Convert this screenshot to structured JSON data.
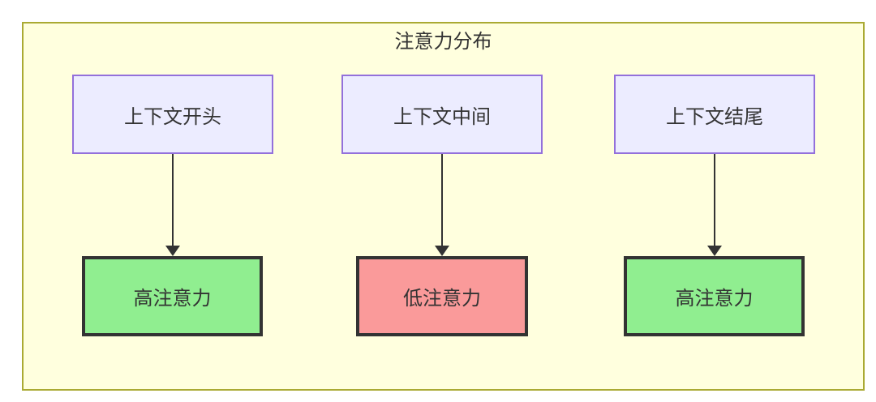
{
  "diagram": {
    "title": "注意力分布",
    "background": "#ffffde",
    "border_color": "#aaaa33",
    "nodes": [
      {
        "id": "context-start",
        "label": "上下文开头",
        "kind": "context",
        "fill": "#ececff",
        "stroke": "#9370db"
      },
      {
        "id": "context-middle",
        "label": "上下文中间",
        "kind": "context",
        "fill": "#ececff",
        "stroke": "#9370db"
      },
      {
        "id": "context-end",
        "label": "上下文结尾",
        "kind": "context",
        "fill": "#ececff",
        "stroke": "#9370db"
      },
      {
        "id": "attention-high-start",
        "label": "高注意力",
        "kind": "result",
        "fill": "#90ee90",
        "stroke": "#333333"
      },
      {
        "id": "attention-low-middle",
        "label": "低注意力",
        "kind": "result",
        "fill": "#fa9a9a",
        "stroke": "#333333"
      },
      {
        "id": "attention-high-end",
        "label": "高注意力",
        "kind": "result",
        "fill": "#90ee90",
        "stroke": "#333333"
      }
    ],
    "edges": [
      {
        "id": "edge-start",
        "from": "context-start",
        "to": "attention-high-start"
      },
      {
        "id": "edge-middle",
        "from": "context-middle",
        "to": "attention-low-middle"
      },
      {
        "id": "edge-end",
        "from": "context-end",
        "to": "attention-high-end"
      }
    ]
  }
}
